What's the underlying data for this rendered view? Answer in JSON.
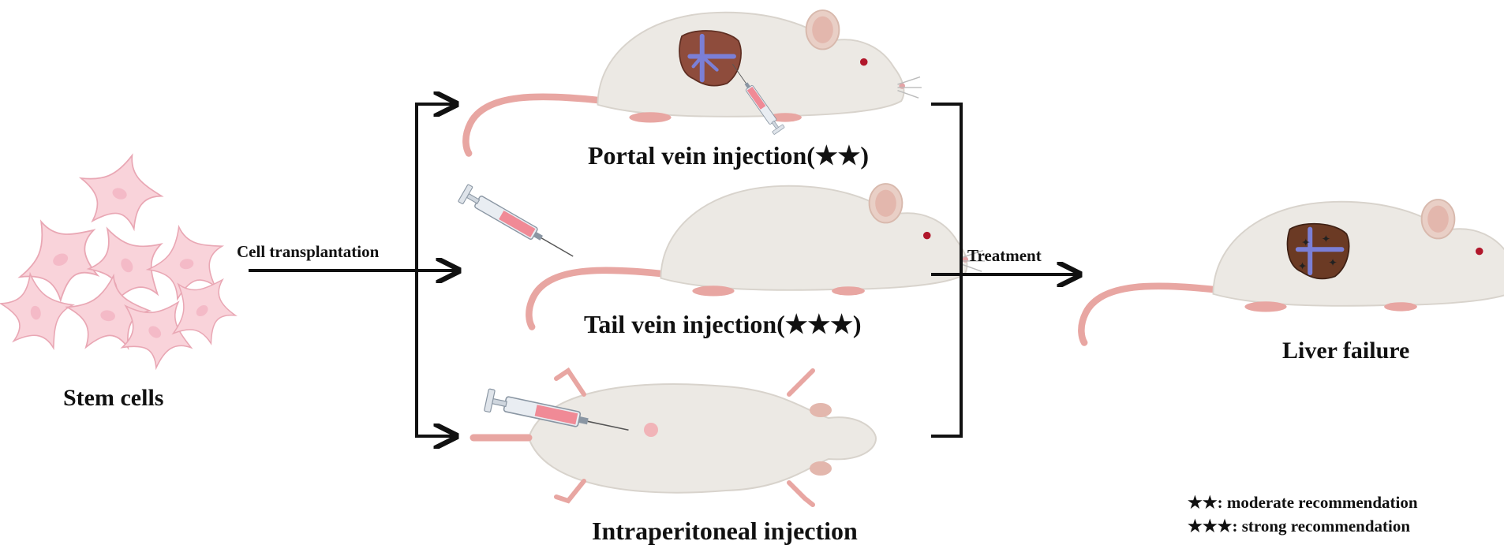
{
  "labels": {
    "stem_cells": "Stem cells",
    "cell_transplantation": "Cell transplantation",
    "portal": "Portal vein injection(★★)",
    "tail": "Tail vein injection(★★★)",
    "intraperitoneal": "Intraperitoneal injection",
    "treatment": "Treatment",
    "liver_failure": "Liver failure"
  },
  "legend": [
    "★★: moderate recommendation",
    "★★★: strong recommendation"
  ],
  "colors": {
    "cell_fill": "#f9d3da",
    "cell_stroke": "#e9a7b4",
    "mouse_body": "#ece9e4",
    "mouse_shadow": "#d8d3cc",
    "tail": "#e8a6a2",
    "liver_healthy": "#8e4c3c",
    "liver_failure": "#6b3a24",
    "vein": "#7b7fd6",
    "arrow": "#111111"
  },
  "icons": [
    "stem-cell-icon",
    "mouse-icon",
    "syringe-icon",
    "liver-icon"
  ]
}
